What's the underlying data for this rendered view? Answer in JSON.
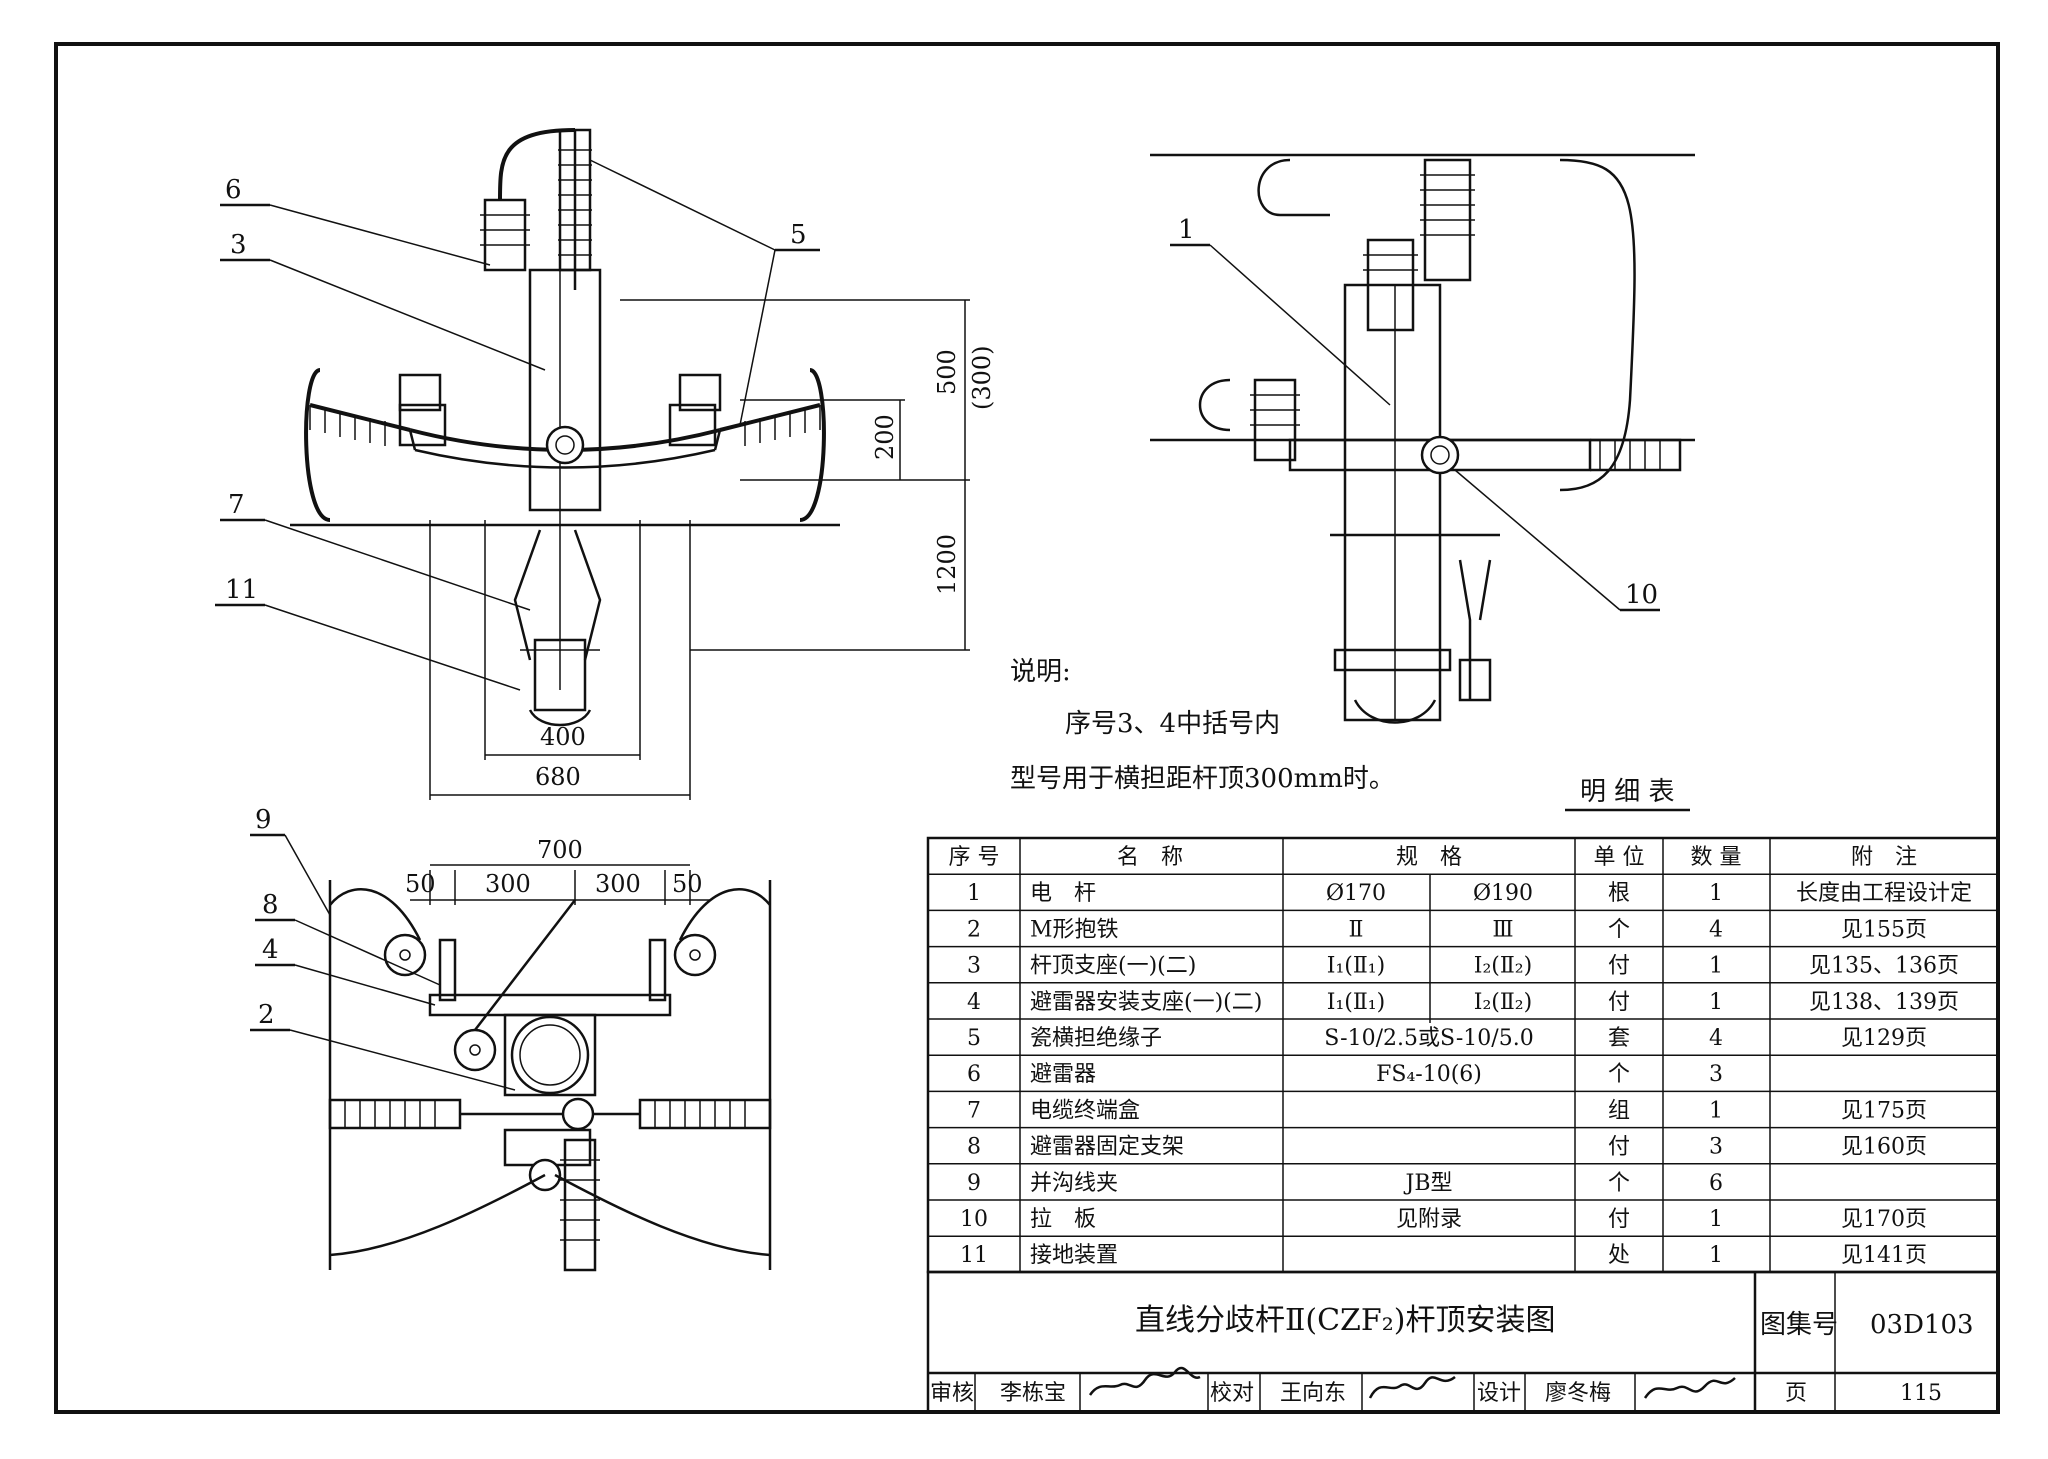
{
  "notes": {
    "heading": "说明:",
    "line1": "序号3、4中括号内",
    "line2": "型号用于横担距杆顶300mm时。"
  },
  "dims": {
    "d500": "500",
    "d300": "(300)",
    "d200": "200",
    "d1200": "1200",
    "d400": "400",
    "d680": "680",
    "d700": "700",
    "d50a": "50",
    "d300a": "300",
    "d300b": "300",
    "d50b": "50"
  },
  "callouts": {
    "front": [
      "6",
      "3",
      "7",
      "11",
      "5"
    ],
    "side": [
      "1",
      "10"
    ],
    "plan": [
      "9",
      "8",
      "4",
      "2"
    ]
  },
  "table": {
    "caption": "明 细 表",
    "headers": [
      "序 号",
      "名　称",
      "规　格",
      "单 位",
      "数 量",
      "附　注"
    ],
    "rows": [
      {
        "no": "1",
        "name": "电　杆",
        "spec1": "Ø170",
        "spec2": "Ø190",
        "unit": "根",
        "qty": "1",
        "note": "长度由工程设计定"
      },
      {
        "no": "2",
        "name": "M形抱铁",
        "spec1": "Ⅱ",
        "spec2": "Ⅲ",
        "unit": "个",
        "qty": "4",
        "note": "见155页"
      },
      {
        "no": "3",
        "name": "杆顶支座(一)(二)",
        "spec1": "I₁(Ⅱ₁)",
        "spec2": "I₂(Ⅱ₂)",
        "unit": "付",
        "qty": "1",
        "note": "见135、136页"
      },
      {
        "no": "4",
        "name": "避雷器安装支座(一)(二)",
        "spec1": "I₁(Ⅱ₁)",
        "spec2": "I₂(Ⅱ₂)",
        "unit": "付",
        "qty": "1",
        "note": "见138、139页"
      },
      {
        "no": "5",
        "name": "瓷横担绝缘子",
        "spec": "S-10/2.5或S-10/5.0",
        "unit": "套",
        "qty": "4",
        "note": "见129页"
      },
      {
        "no": "6",
        "name": "避雷器",
        "spec": "FS₄-10(6)",
        "unit": "个",
        "qty": "3",
        "note": ""
      },
      {
        "no": "7",
        "name": "电缆终端盒",
        "spec": "",
        "unit": "组",
        "qty": "1",
        "note": "见175页"
      },
      {
        "no": "8",
        "name": "避雷器固定支架",
        "spec": "",
        "unit": "付",
        "qty": "3",
        "note": "见160页"
      },
      {
        "no": "9",
        "name": "并沟线夹",
        "spec": "JB型",
        "unit": "个",
        "qty": "6",
        "note": ""
      },
      {
        "no": "10",
        "name": "拉　板",
        "spec": "见附录",
        "unit": "付",
        "qty": "1",
        "note": "见170页"
      },
      {
        "no": "11",
        "name": "接地装置",
        "spec": "",
        "unit": "处",
        "qty": "1",
        "note": "见141页"
      }
    ]
  },
  "titleblock": {
    "drawing_title": "直线分歧杆Ⅱ(CZF₂)杆顶安装图",
    "atlas_label": "图集号",
    "atlas_no": "03D103",
    "review_label": "审核",
    "reviewer": "李栋宝",
    "check_label": "校对",
    "checker": "王向东",
    "design_label": "设计",
    "designer": "廖冬梅",
    "page_label": "页",
    "page_no": "115"
  }
}
